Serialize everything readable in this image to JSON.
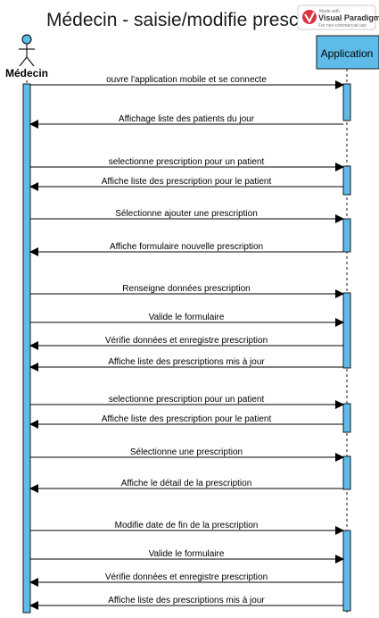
{
  "title": "Médecin - saisie/modifie presc",
  "watermark": {
    "made_with": "Made with",
    "brand": "Visual Paradigm",
    "note": "For non-commercial use"
  },
  "actor": {
    "name": "Médecin"
  },
  "object": {
    "name": "Application"
  },
  "colors": {
    "lifeline_fill": "#5fbbe8",
    "object_fill": "#5fbbe8",
    "stroke": "#1a1a1a"
  },
  "messages": [
    {
      "label": "ouvre l'application mobile et se connecte",
      "direction": "to_app"
    },
    {
      "label": "Affichage liste des patients du jour",
      "direction": "to_actor"
    },
    {
      "label": "selectionne prescription pour un patient",
      "direction": "to_app"
    },
    {
      "label": "Affiche liste des prescription pour le patient",
      "direction": "to_actor"
    },
    {
      "label": "Sélectionne ajouter une prescription",
      "direction": "to_app"
    },
    {
      "label": "Affiche formulaire nouvelle prescription",
      "direction": "to_actor"
    },
    {
      "label": "Renseigne données prescription",
      "direction": "to_app"
    },
    {
      "label": "Valide le formulaire",
      "direction": "to_app"
    },
    {
      "label": "Vérifie données et enregistre prescription",
      "direction": "to_actor"
    },
    {
      "label": "Affiche liste des prescriptions mis à jour",
      "direction": "to_actor"
    },
    {
      "label": "selectionne prescription pour un patient",
      "direction": "to_app"
    },
    {
      "label": "Affiche liste des prescription pour le patient",
      "direction": "to_actor"
    },
    {
      "label": "Sélectionne une prescription",
      "direction": "to_app"
    },
    {
      "label": "Affiche le détail de la prescription",
      "direction": "to_actor"
    },
    {
      "label": "Modifie date de fin de la prescription",
      "direction": "to_app"
    },
    {
      "label": "Valide le formulaire",
      "direction": "to_app"
    },
    {
      "label": "Vérifie données et enregistre prescription",
      "direction": "to_actor"
    },
    {
      "label": "Affiche liste des prescriptions mis à jour",
      "direction": "to_actor"
    }
  ]
}
